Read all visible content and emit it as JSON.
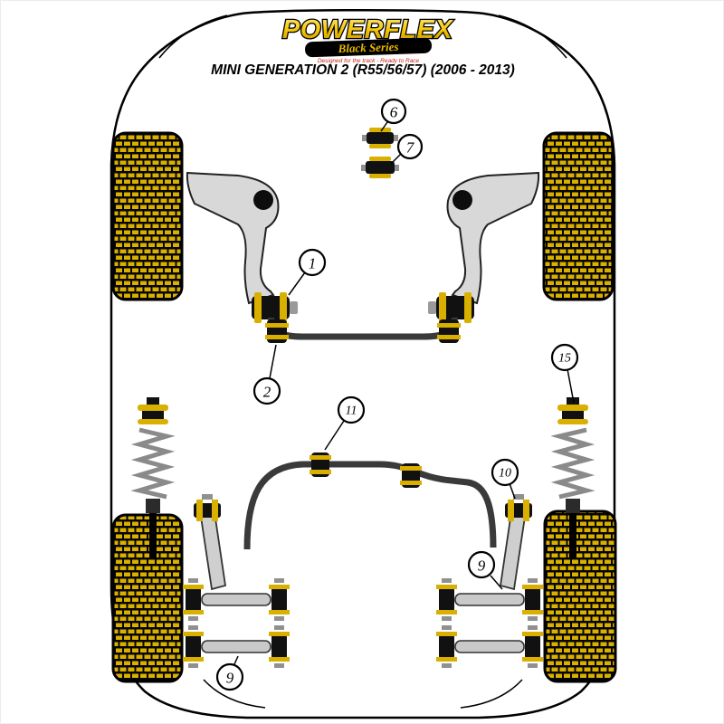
{
  "logo": {
    "brand": "POWERFLEX",
    "series": "Black Series",
    "tagline": "Designed for the track - Ready to Race"
  },
  "title": "MINI GENERATION 2 (R55/56/57) (2006 - 2013)",
  "callouts": [
    {
      "id": "6",
      "label": "6"
    },
    {
      "id": "7",
      "label": "7"
    },
    {
      "id": "1",
      "label": "1"
    },
    {
      "id": "2",
      "label": "2"
    },
    {
      "id": "15",
      "label": "15"
    },
    {
      "id": "11",
      "label": "11"
    },
    {
      "id": "10",
      "label": "10"
    },
    {
      "id": "9a",
      "label": "9"
    },
    {
      "id": "9b",
      "label": "9"
    }
  ],
  "colors": {
    "bush_yellow": "#d9af00",
    "logo_gold": "#f2c200",
    "tagline_red": "#cc2016",
    "outline_black": "#000000",
    "metal_gray": "#c9c9c9"
  }
}
